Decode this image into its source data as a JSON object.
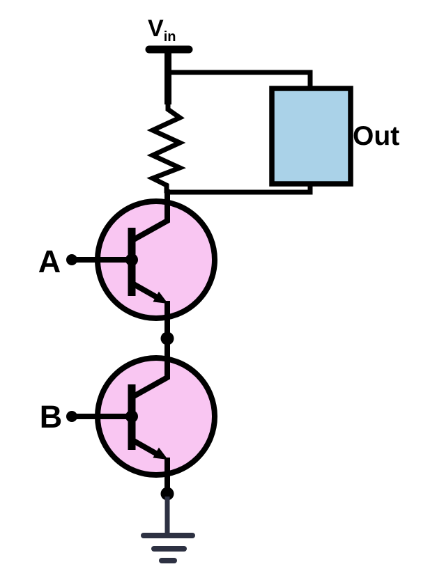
{
  "diagram_type": "circuit-schematic",
  "labels": {
    "vin_main": "V",
    "vin_sub": "in",
    "input_a": "A",
    "input_b": "B",
    "output": "Out"
  },
  "colors": {
    "wire": "#000000",
    "transistor_fill": "#f9c6f2",
    "load_fill": "#aad2e8",
    "ground": "#2d3142",
    "background": "#ffffff"
  },
  "components": [
    {
      "name": "power-rail",
      "label": "Vin"
    },
    {
      "name": "pullup-resistor"
    },
    {
      "name": "output-load",
      "label": "Out"
    },
    {
      "name": "npn-transistor-q1",
      "input": "A"
    },
    {
      "name": "npn-transistor-q2",
      "input": "B"
    },
    {
      "name": "ground"
    }
  ]
}
